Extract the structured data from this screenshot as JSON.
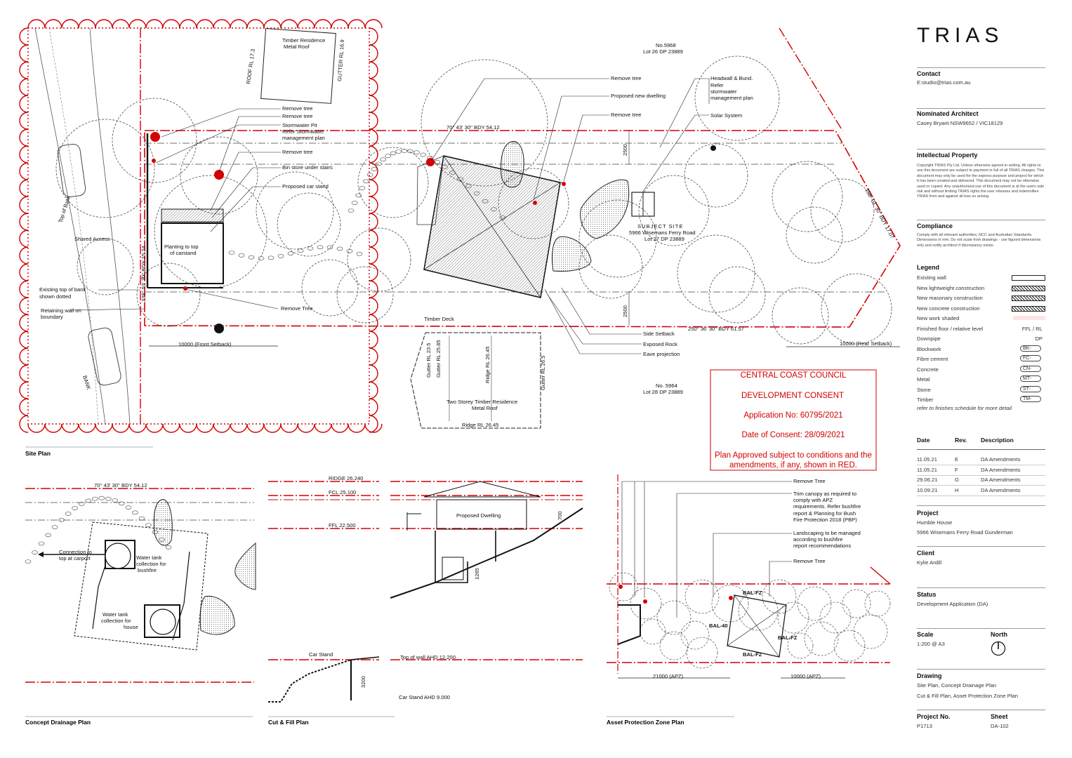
{
  "titleblock": {
    "logo": "TRIAS",
    "contact": {
      "label": "Contact",
      "value": "E:studio@trias.com.au"
    },
    "architect": {
      "label": "Nominated Architect",
      "value": "Casey Bryant  NSW9652 / VIC18129"
    },
    "ip": {
      "label": "Intellectual Property",
      "text": "Copyright TRIAS Pty Ltd. Unless otherwise agreed in writing: All rights to use this document are subject to payment in full of all TRIAS charges. This document may only be used for the express purpose and project for which it has been created and delivered. This document may not be otherwise used or copied. Any unauthorised use of this document is at the users sole risk and without limiting TRIAS rights the user releases and indemnifies TRIAS from and against all loss so arising."
    },
    "compliance": {
      "label": "Compliance",
      "text": "Comply with all relevant authorities, NCC and Australian Standards. Dimensions in mm. Do not scale from drawings - use figured dimensions only and notify architect if discrepancy exists."
    },
    "legend": {
      "label": "Legend",
      "items": [
        {
          "name": "Existing wall",
          "kind": "swatch"
        },
        {
          "name": "New lightweight construction",
          "kind": "hatch"
        },
        {
          "name": "New masonary construction",
          "kind": "hatch"
        },
        {
          "name": "New concrete construction",
          "kind": "hatch"
        },
        {
          "name": "New work shaded",
          "kind": "pink"
        },
        {
          "name": "Finished floor / relative level",
          "kind": "text",
          "code": "FFL / RL"
        },
        {
          "name": "Downpipe",
          "kind": "text",
          "code": "DP"
        },
        {
          "name": "Blockwork",
          "kind": "abbr",
          "code": "BK-"
        },
        {
          "name": "Fibre cement",
          "kind": "abbr",
          "code": "FC-"
        },
        {
          "name": "Concrete",
          "kind": "abbr",
          "code": "CN-"
        },
        {
          "name": "Metal",
          "kind": "abbr",
          "code": "MT-"
        },
        {
          "name": "Stone",
          "kind": "abbr",
          "code": "ST-"
        },
        {
          "name": "Timber",
          "kind": "abbr",
          "code": "TM-"
        }
      ],
      "note": "refer to finishes schedule for more detail"
    },
    "revisions": {
      "headers": [
        "Date",
        "Rev.",
        "Description"
      ],
      "rows": [
        [
          "11.05.21",
          "E",
          "DA Amendments"
        ],
        [
          "11.05.21",
          "F",
          "DA Amendments"
        ],
        [
          "29.06.21",
          "G",
          "DA Amendments"
        ],
        [
          "10.09.21",
          "H",
          "DA Amendments"
        ]
      ]
    },
    "project": {
      "label": "Project",
      "line1": "Humble House",
      "line2": "5966 Wisemans Ferry Road Gunderman"
    },
    "client": {
      "label": "Client",
      "value": "Kylie Ardill"
    },
    "status": {
      "label": "Status",
      "value": "Development Application (DA)"
    },
    "scale": {
      "label": "Scale",
      "value": "1:200 @ A3"
    },
    "north": {
      "label": "North"
    },
    "drawing": {
      "label": "Drawing",
      "line1": "Site Plan, Concept Drainage Plan",
      "line2": "Cut & Fill Plan, Asset Protection Zone Plan"
    },
    "project_no": {
      "label": "Project No.",
      "value": "P1713"
    },
    "sheet": {
      "label": "Sheet",
      "value": "DA-102"
    }
  },
  "stamp": {
    "line1": "CENTRAL COAST COUNCIL",
    "line2": "DEVELOPMENT CONSENT",
    "line3": "Application No: 60795/2021",
    "line4": "Date of Consent:  28/09/2021",
    "line5": "Plan Approved subject to conditions and the",
    "line6": "amendments, if any, shown in RED."
  },
  "site_plan": {
    "title": "Site Plan",
    "labels": {
      "timber_res": "Timber Residence",
      "metal_roof": "Metal Roof",
      "roof_rl": "ROOF RL 17.3",
      "gutter_rl": "GUTTER RL 16.9",
      "lot_no_n": "No.5968",
      "lot_n": "Lot 26  DP 23889",
      "remove_tree_1": "Remove tree",
      "remove_tree_2": "Remove tree",
      "stormwater_1": "Stormwater Pit",
      "stormwater_2": "Refer Stormwater",
      "stormwater_3": "management plan",
      "remove_tree_3": "Remove tree",
      "bin_store": "Bin store under stairs",
      "proposed_car": "Proposed car stand",
      "remove_tree_r1": "Remove tree",
      "proposed_dwelling": "Proposed new dwelling",
      "remove_tree_r2": "Remove tree",
      "headwall_1": "Headwall & Bund.",
      "headwall_2": "Refer",
      "headwall_3": "stormwater",
      "headwall_4": "management plan",
      "solar": "Solar System",
      "bdy_top": "70° 43' 30'' BDY 54.12",
      "bdy_right": "158° 01' 30'' BDY 17.07",
      "bdy_bottom": "250° 36' 30'' BDY 61.57",
      "bdy_left": "338° 53' 30'' BDY 15.24",
      "subject_1": "SUBJECT SITE",
      "subject_2": "5966 Wisemans Ferry Road",
      "subject_3": "Lot 27  DP 23889",
      "top_of_bank": "Top of Bank",
      "shared_access": "Shared Access",
      "planting_1": "Planting to top",
      "planting_2": "of carstand",
      "existing_bank_1": "Existing top of bank",
      "existing_bank_2": "shown dotted",
      "retaining_1": "Retaining wall on",
      "retaining_2": "boundary",
      "remove_tree_4": "Remove Tree",
      "front_setback": "10000 (Front  Setback)",
      "timber_deck": "Timber Deck",
      "side_setback": "Side Setback",
      "exposed_rock": "Exposed Rock",
      "eave": "Eave projection",
      "rear_setback": "10000 (Rear Setback)",
      "lot_no_s": "No. 5964",
      "lot_s": "Lot 28  DP 23889",
      "two_storey_1": "Two Storey Timber Residence",
      "two_storey_2": "Metal Roof",
      "ridge": "Ridge RL 26.45",
      "gutter_a": "Gutter RL 23.5",
      "gutter_b": "Gutter RL 25.85",
      "ridge_v": "Ridge RL 26.45",
      "gutter_c": "Gutter RL 26.5",
      "dim_2500a": "2500",
      "dim_2500b": "2500",
      "bank": "BANK"
    }
  },
  "drainage": {
    "title": "Concept Drainage Plan",
    "bdy": "70° 43' 30'' BDY 54.12",
    "conn_1": "Connection to",
    "conn_2": "top at carport",
    "tank1_1": "Water tank",
    "tank1_2": "collection for",
    "tank1_3": "bushfire",
    "tank2_1": "Water tank",
    "tank2_2": "collection for",
    "tank2_3": "house"
  },
  "cutfill": {
    "title": "Cut & Fill Plan",
    "ridge": "RIDGE 26.240",
    "fcl": "FCL 25.100",
    "ffl": "FFL 22.500",
    "proposed": "Proposed Dwelling",
    "dim_700": "700",
    "dim_1265": "1265",
    "car_stand": "Car Stand",
    "top_wall": "Top of wall AHD 12.200",
    "dim_3200": "3200",
    "car_ahd": "Car Stand AHD 9.000"
  },
  "apz": {
    "title": "Asset Protection Zone Plan",
    "remove_1": "Remove Tree",
    "trim_1": "Trim canopy as required to",
    "trim_2": "comply with APZ",
    "trim_3": "requirements. Refer bushfire",
    "trim_4": "report & Planning for Bush",
    "trim_5": "Fire Protection 2018 (PBP)",
    "land_1": "Landscaping to be managed",
    "land_2": "according to bushfire",
    "land_3": "report recommendations",
    "remove_2": "Remove Tree",
    "bal_fz1": "BAL-FZ",
    "bal_40": "BAL-40",
    "bal_fz2": "BAL-FZ",
    "bal_fz3": "BAL-FZ",
    "dim_21000": "21000 (APZ)",
    "dim_10000": "10000 (APZ)"
  }
}
